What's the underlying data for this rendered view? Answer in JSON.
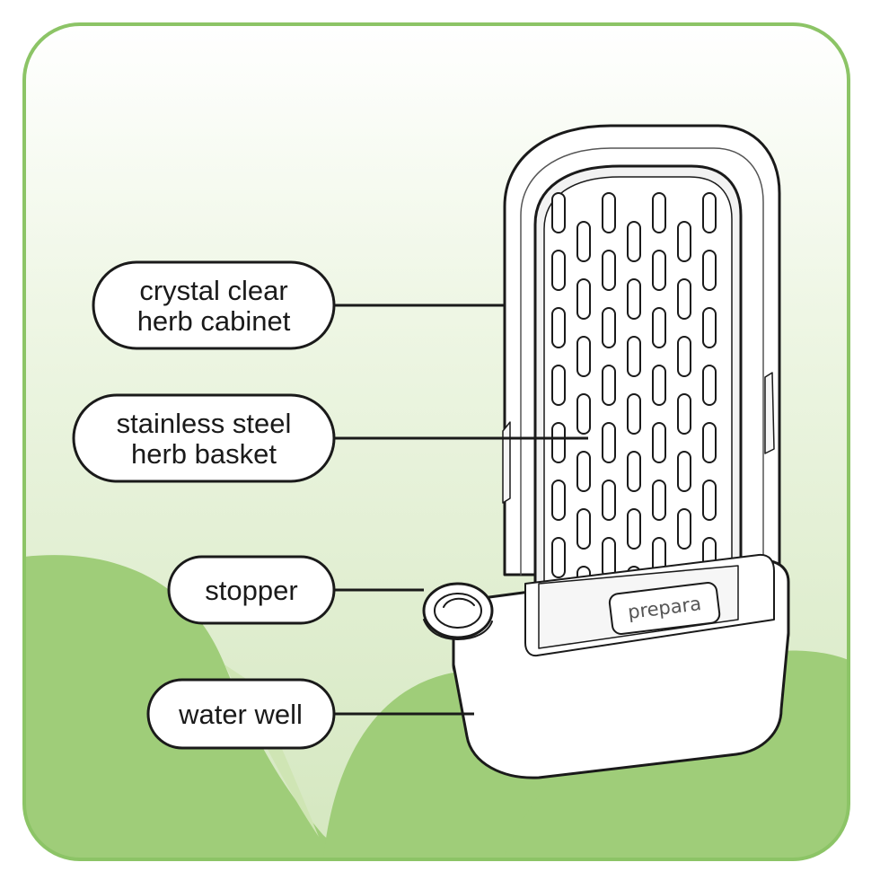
{
  "colors": {
    "frame_border": "#8cc466",
    "sky_light": "#f4f9ee",
    "sky_mid": "#dcebc9",
    "hill_green": "#9fcd79",
    "hill_dark": "#8fc56a",
    "outline": "#1a1a1a"
  },
  "labels": [
    {
      "id": "cabinet",
      "lines": [
        "crystal clear",
        "herb cabinet"
      ]
    },
    {
      "id": "basket",
      "lines": [
        "stainless steel",
        "herb basket"
      ]
    },
    {
      "id": "stopper",
      "lines": [
        "stopper"
      ]
    },
    {
      "id": "well",
      "lines": [
        "water well"
      ]
    }
  ],
  "product": {
    "logo": "prepara",
    "icons": [
      "herb-keeper-illustration-icon"
    ]
  }
}
